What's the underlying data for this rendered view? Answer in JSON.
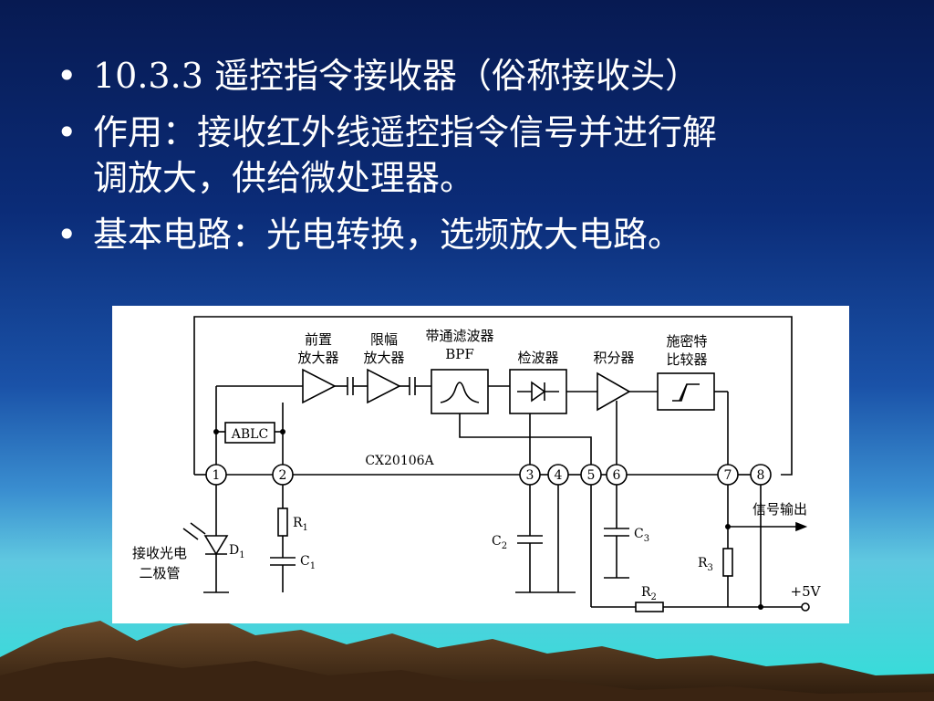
{
  "slide": {
    "bullets": [
      {
        "text": "10.3.3  遥控指令接收器（俗称接收头）"
      },
      {
        "text": "作用：接收红外线遥控指令信号并进行解",
        "text2": "调放大，供给微处理器。"
      },
      {
        "text": "基本电路：光电转换，选频放大电路。"
      }
    ]
  },
  "diagram": {
    "chip_label": "CX20106A",
    "blocks": {
      "preamp_l1": "前置",
      "preamp_l2": "放大器",
      "limiter_l1": "限幅",
      "limiter_l2": "放大器",
      "bpf_l1": "带通滤波器",
      "bpf_l2": "BPF",
      "detector": "检波器",
      "integrator": "积分器",
      "schmitt_l1": "施密特",
      "schmitt_l2": "比较器",
      "ablc": "ABLC"
    },
    "pins": [
      "1",
      "2",
      "3",
      "4",
      "5",
      "6",
      "7",
      "8"
    ],
    "components": {
      "R1": "R",
      "R1_sub": "1",
      "C1": "C",
      "C1_sub": "1",
      "C2": "C",
      "C2_sub": "2",
      "C3": "C",
      "C3_sub": "3",
      "R2": "R",
      "R2_sub": "2",
      "R3": "R",
      "R3_sub": "3",
      "D1": "D",
      "D1_sub": "1"
    },
    "labels": {
      "photodiode_l1": "接收光电",
      "photodiode_l2": "二极管",
      "signal_out": "信号输出",
      "supply": "+5V"
    }
  }
}
